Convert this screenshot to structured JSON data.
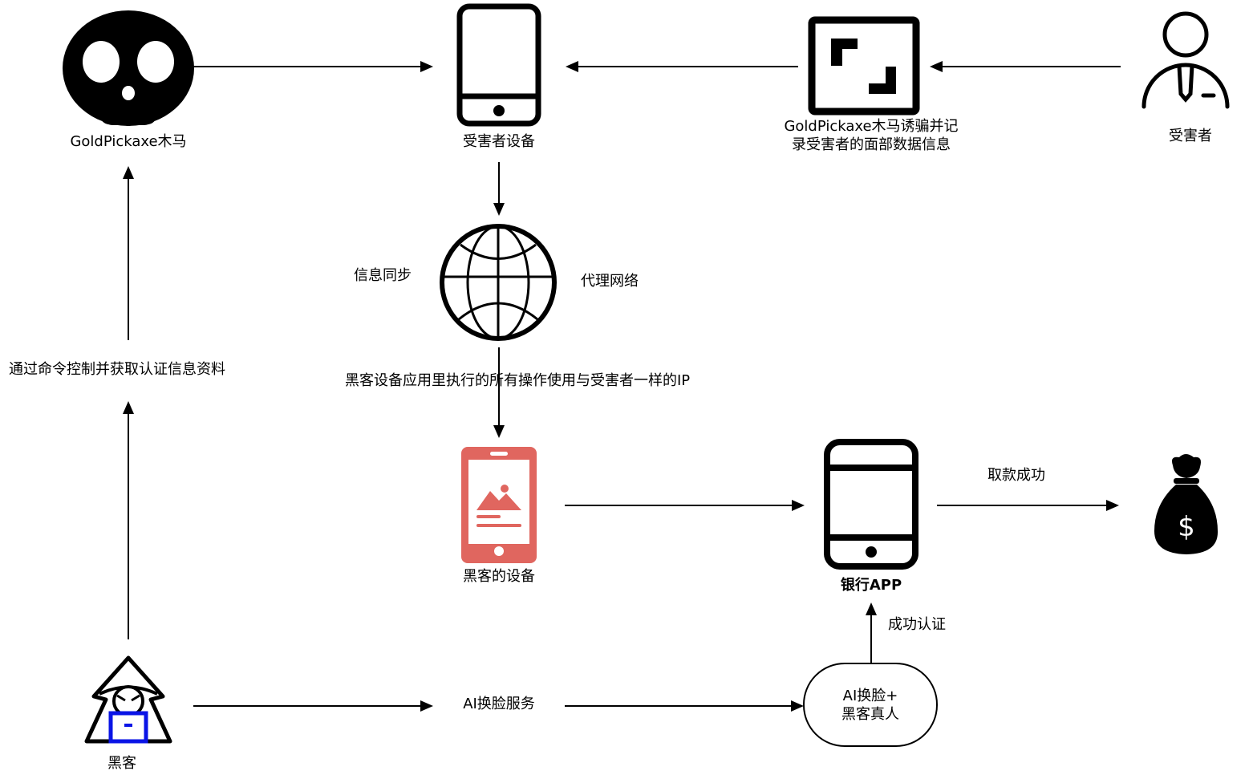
{
  "diagram": {
    "title": "GoldPickaxe trojan face-data fraud flow",
    "colors": {
      "stroke": "#000000",
      "hacker_device": "#e0665f",
      "hacker_laptop": "#0a14e6",
      "background": "#ffffff"
    },
    "nodes": {
      "trojan": {
        "label": "GoldPickaxe木马",
        "icon": "skull-icon"
      },
      "victim_device": {
        "label": "受害者设备",
        "icon": "smartphone-icon"
      },
      "face_capture": {
        "label_line1": "GoldPickaxe木马诱骗并记",
        "label_line2": "录受害者的面部数据信息",
        "icon": "face-scan-frame-icon"
      },
      "victim": {
        "label": "受害者",
        "icon": "person-icon"
      },
      "proxy_network": {
        "icon": "globe-icon"
      },
      "hacker_device": {
        "label": "黑客的设备",
        "icon": "tablet-image-icon"
      },
      "bank_app": {
        "label": "银行APP",
        "icon": "smartphone-icon"
      },
      "money": {
        "icon": "money-bag-icon"
      },
      "hacker": {
        "label": "黑客",
        "icon": "hooded-hacker-icon"
      },
      "ai_face_swap": {
        "label_line1": "AI换脸+",
        "label_line2": "黑客真人"
      }
    },
    "edge_labels": {
      "info_sync": "信息同步",
      "proxy": "代理网络",
      "same_ip": "黑客设备应用里执行的所有操作使用与受害者一样的IP",
      "command_control": "通过命令控制并获取认证信息资料",
      "withdraw_success": "取款成功",
      "auth_success": "成功认证",
      "ai_service": "AI换脸服务"
    }
  }
}
